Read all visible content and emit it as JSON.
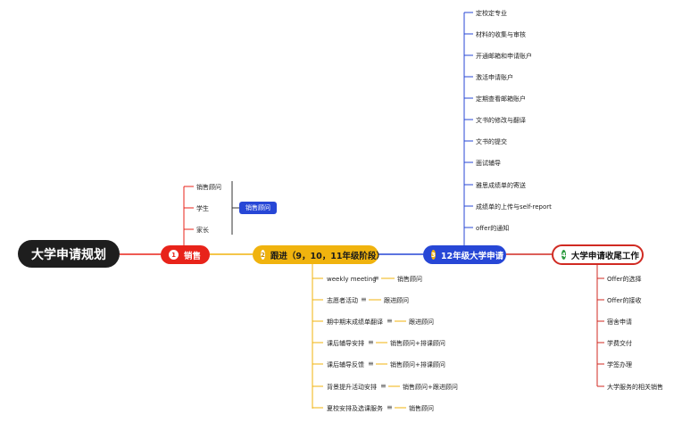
{
  "root": {
    "title": "大学申请规划"
  },
  "colors": {
    "sales": "#e8231a",
    "follow": "#f0b30e",
    "grade12": "#2747d6",
    "close": "#d02a22",
    "close_badge": "#2b9a3e"
  },
  "sales": {
    "number": "1",
    "label": "销售",
    "children": [
      "销售顾问",
      "学生",
      "家长"
    ],
    "summary_tag": "销售顾问"
  },
  "follow": {
    "number": "2",
    "label": "跟进（9，10，11年级阶段）",
    "items": [
      {
        "label": "weekly meeting",
        "note": "销售顾问"
      },
      {
        "label": "志愿者活动",
        "note": "跟进顾问"
      },
      {
        "label": "期中期末成绩单翻译",
        "note": "跟进顾问"
      },
      {
        "label": "课后辅导安排",
        "note": "销售顾问+排课顾问"
      },
      {
        "label": "课后辅导反馈",
        "note": "销售顾问+排课顾问"
      },
      {
        "label": "背景提升活动安排",
        "note": "销售顾问+跟进顾问"
      },
      {
        "label": "夏校安排及选课服务",
        "note": "销售顾问"
      }
    ]
  },
  "grade12": {
    "number": "3",
    "label": "12年级大学申请",
    "items": [
      "定校定专业",
      "材料的收集与审核",
      "开通邮箱和申请账户",
      "激活申请账户",
      "定期查看邮箱账户",
      "文书的修改与翻译",
      "文书的提交",
      "面试辅导",
      "雅思成绩单的寄送",
      "成绩单的上传与self-report",
      "offer的通知"
    ]
  },
  "close": {
    "number": "4",
    "label": "大学申请收尾工作",
    "items": [
      "Offer的选择",
      "Offer的接收",
      "宿舍申请",
      "学费交付",
      "学签办理",
      "大学服务的相关销售"
    ]
  }
}
